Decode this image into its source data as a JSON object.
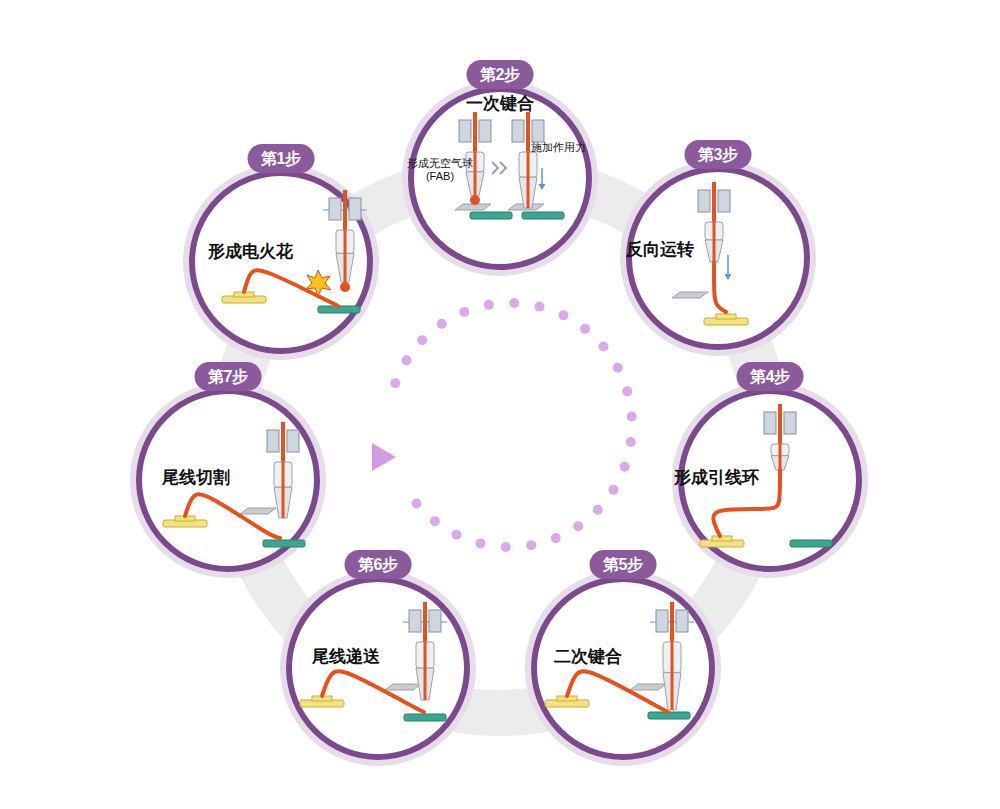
{
  "diagram": {
    "nodes": [
      {
        "text": [
          "第1步",
          "形成电火花"
        ]
      },
      {
        "text": [
          "第2步",
          "一次键合",
          "形成无空气球 (FAB)",
          "施加作用力"
        ]
      },
      {
        "text": [
          "第3步",
          "反向运转"
        ]
      },
      {
        "text": [
          "第4步",
          "形成引线环"
        ]
      },
      {
        "text": [
          "第5步",
          "二次键合"
        ]
      },
      {
        "text": [
          "第6步",
          "尾线递送"
        ]
      },
      {
        "text": [
          "第7步",
          "尾线切割"
        ]
      }
    ]
  }
}
